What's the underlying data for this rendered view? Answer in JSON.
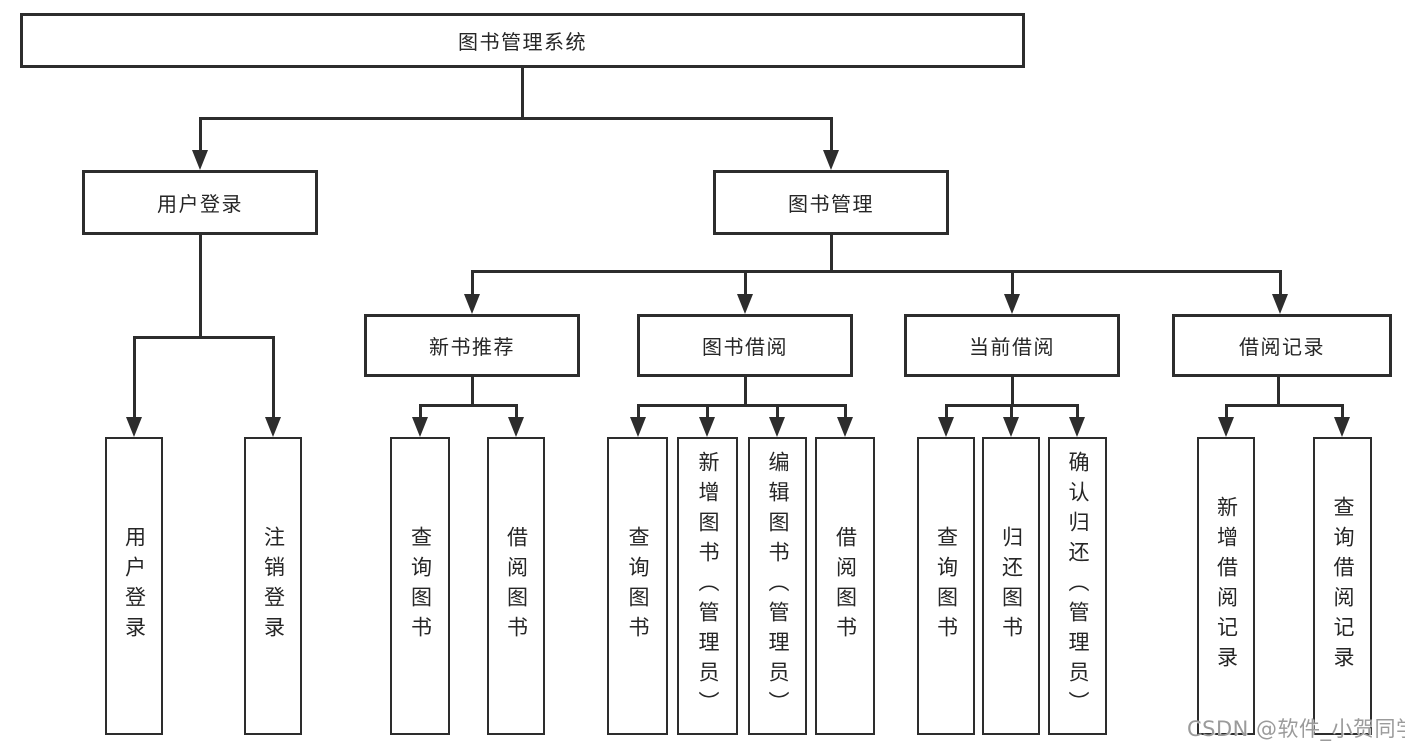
{
  "watermark": "CSDN @软件_小贺同学",
  "colors": {
    "line": "#2d2d2d",
    "box_border": "#2d2d2d",
    "text": "#262626",
    "background": "#ffffff",
    "watermark": "#9b9b9b"
  },
  "tree": {
    "label": "图书管理系统",
    "children": [
      {
        "label": "用户登录",
        "children": [
          {
            "label": "用户登录"
          },
          {
            "label": "注销登录"
          }
        ]
      },
      {
        "label": "图书管理",
        "children": [
          {
            "label": "新书推荐",
            "children": [
              {
                "label": "查询图书"
              },
              {
                "label": "借阅图书"
              }
            ]
          },
          {
            "label": "图书借阅",
            "children": [
              {
                "label": "查询图书"
              },
              {
                "label": "新增图书（管理员）"
              },
              {
                "label": "编辑图书（管理员）"
              },
              {
                "label": "借阅图书"
              }
            ]
          },
          {
            "label": "当前借阅",
            "children": [
              {
                "label": "查询图书"
              },
              {
                "label": "归还图书"
              },
              {
                "label": "确认归还（管理员）"
              }
            ]
          },
          {
            "label": "借阅记录",
            "children": [
              {
                "label": "新增借阅记录"
              },
              {
                "label": "查询借阅记录"
              }
            ]
          }
        ]
      }
    ]
  }
}
